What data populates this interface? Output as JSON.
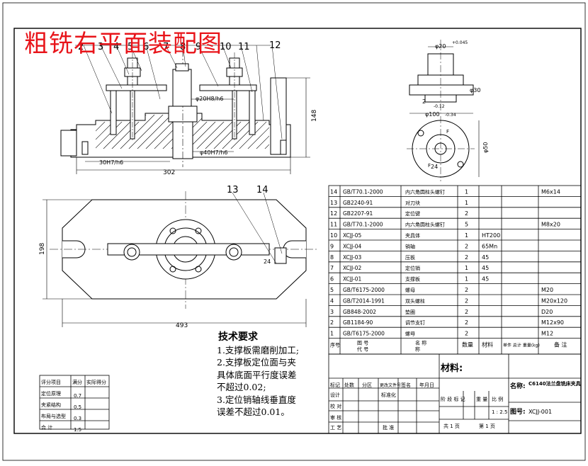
{
  "title": "粗铣右平面装配图",
  "balloons": [
    "2",
    "3",
    "4",
    "5",
    "6",
    "7",
    "8",
    "9",
    "10",
    "11",
    "12",
    "13",
    "14"
  ],
  "front_dims": {
    "width": "302",
    "height": "148",
    "fit1": "30H7/h6",
    "fit2": "φ40H7/h6",
    "fit3": "φ20H8/h6",
    "ang": "24"
  },
  "top_dims": {
    "width": "493",
    "height": "198"
  },
  "side_dims": {
    "d1": "φ20",
    "tol1": "+0.045",
    "d2": "φ100",
    "tol2": "-0.34",
    "tol3": "-0.12",
    "h": "φ30",
    "d3": "φ50",
    "n2": "2",
    "n24": "24",
    "f1": "F",
    "f2": "F"
  },
  "tech": {
    "heading": "技术要求",
    "lines": [
      "1.支撑板需磨削加工;",
      "2.支撑板定位面与夹",
      "具体底面平行度误差",
      "不超过0.02;",
      "3.定位销轴线垂直度",
      "误差不超过0.01。"
    ]
  },
  "bom": {
    "rows": [
      {
        "no": "14",
        "code": "GB/T70.1-2000",
        "name": "内六角圆柱头螺钉",
        "qty": "1",
        "mat": "",
        "wt": "",
        "note": "M6x14"
      },
      {
        "no": "13",
        "code": "GB2240-91",
        "name": "对刀块",
        "qty": "1",
        "mat": "",
        "wt": "",
        "note": ""
      },
      {
        "no": "12",
        "code": "GB2207-91",
        "name": "定位键",
        "qty": "2",
        "mat": "",
        "wt": "",
        "note": ""
      },
      {
        "no": "11",
        "code": "GB/T70.1-2000",
        "name": "内六角圆柱头螺钉",
        "qty": "5",
        "mat": "",
        "wt": "",
        "note": "M8x20"
      },
      {
        "no": "10",
        "code": "XCJJ-05",
        "name": "夹具体",
        "qty": "1",
        "mat": "HT200",
        "wt": "",
        "note": ""
      },
      {
        "no": "9",
        "code": "XCJJ-04",
        "name": "销轴",
        "qty": "2",
        "mat": "65Mn",
        "wt": "",
        "note": ""
      },
      {
        "no": "8",
        "code": "XCJJ-03",
        "name": "压板",
        "qty": "2",
        "mat": "45",
        "wt": "",
        "note": ""
      },
      {
        "no": "7",
        "code": "XCJJ-02",
        "name": "定位销",
        "qty": "1",
        "mat": "45",
        "wt": "",
        "note": ""
      },
      {
        "no": "6",
        "code": "XCJJ-01",
        "name": "支撑板",
        "qty": "1",
        "mat": "45",
        "wt": "",
        "note": ""
      },
      {
        "no": "5",
        "code": "GB/T6175-2000",
        "name": "螺母",
        "qty": "2",
        "mat": "",
        "wt": "",
        "note": "M20"
      },
      {
        "no": "4",
        "code": "GB/T2014-1991",
        "name": "双头螺柱",
        "qty": "2",
        "mat": "",
        "wt": "",
        "note": "M20x120"
      },
      {
        "no": "3",
        "code": "GB848-2002",
        "name": "垫圈",
        "qty": "2",
        "mat": "",
        "wt": "",
        "note": "D20"
      },
      {
        "no": "2",
        "code": "GB1184-90",
        "name": "调节支钉",
        "qty": "2",
        "mat": "",
        "wt": "",
        "note": "M12x90"
      },
      {
        "no": "1",
        "code": "GB/T6175-2000",
        "name": "螺母",
        "qty": "2",
        "mat": "",
        "wt": "",
        "note": "M12"
      }
    ],
    "header": {
      "no": "序号",
      "code": "图 号",
      "name": "名 称",
      "qty": "数量",
      "mat": "材料",
      "wt": "单件 总计 重量(kg)",
      "note": "备 注",
      "code2": "代 号",
      "name2": "称"
    }
  },
  "title_block": {
    "material_label": "材料:",
    "name_label": "名称:",
    "name_value": "C6140法兰盘铣床夹具",
    "drawing_no_label": "图号:",
    "drawing_no_value": "XCJJ-001",
    "rev_cells": [
      "标记",
      "处数",
      "分区",
      "更改文件号",
      "签名",
      "年月日"
    ],
    "design": "设计",
    "std": "标准化",
    "check": "校 对",
    "review": "审 核",
    "process": "工 艺",
    "approve": "批 准",
    "stage": [
      "阶 段 标 记",
      "重 量",
      "比 例"
    ],
    "scale": "1 : 2.5",
    "sheets": "共 1 页",
    "sheet_no": "第 1 页"
  },
  "score": {
    "header": [
      "评分项目",
      "满分",
      "实际得分"
    ],
    "rows": [
      [
        "定位原理",
        "0.7",
        ""
      ],
      [
        "夹紧结构",
        "0.5",
        ""
      ],
      [
        "布局与选型",
        "0.3",
        ""
      ],
      [
        "合 计",
        "1.5",
        ""
      ]
    ]
  }
}
